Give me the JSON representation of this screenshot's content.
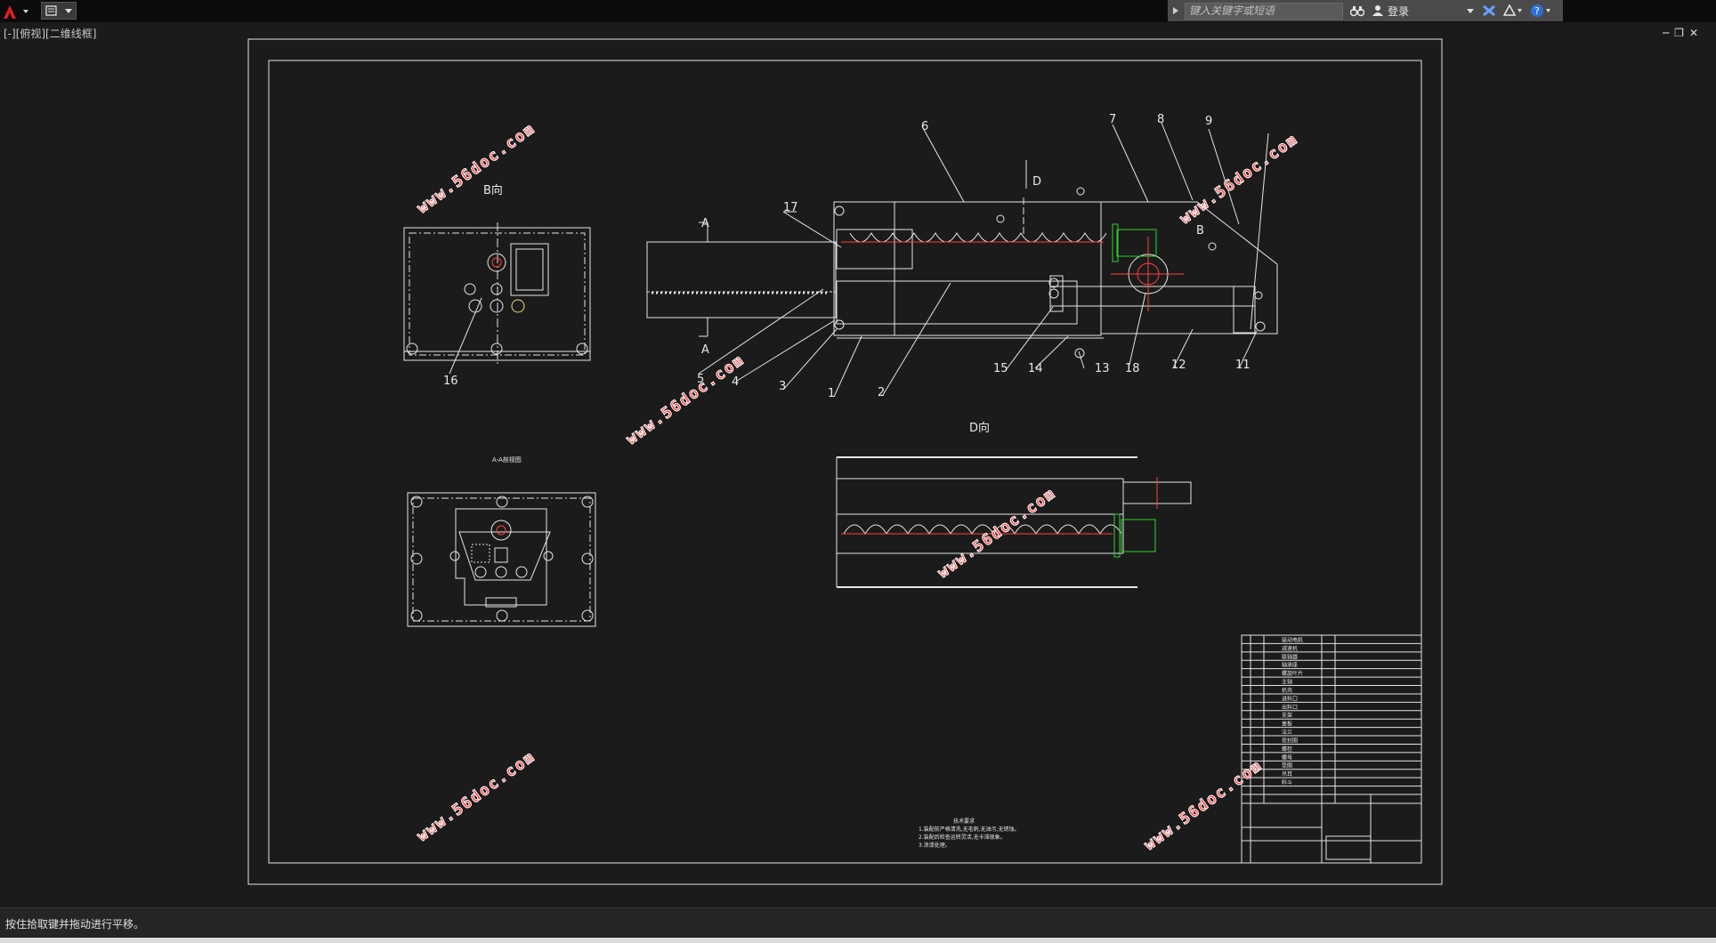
{
  "toolbar": {
    "search_placeholder": "键入关键字或短语",
    "login_label": "登录"
  },
  "viewport": {
    "label": "[-][俯视][二维线框]"
  },
  "drawing": {
    "view_b_label": "B向",
    "view_d_label": "D向",
    "section_label": "A-A剖视图",
    "cut_marker_a": "A",
    "cut_marker_d": "D",
    "detail_b": "B",
    "part_numbers": [
      "17",
      "6",
      "7",
      "8",
      "9",
      "5",
      "4",
      "3",
      "1",
      "2",
      "15",
      "14",
      "13",
      "18",
      "12",
      "11",
      "16"
    ],
    "tech_notes": [
      "技术要求",
      "1.装配前严格清洗,无毛刺,无油污,无锈蚀。",
      "2.装配后检查运转灵活,无卡滞现象。",
      "3.涂漆处理。"
    ],
    "bom_rows": [
      "驱动电机",
      "减速机",
      "联轴器",
      "轴承座",
      "螺旋叶片",
      "主轴",
      "机壳",
      "进料口",
      "出料口",
      "支架",
      "盖板",
      "法兰",
      "密封圈",
      "螺栓",
      "螺母",
      "垫圈",
      "吊耳",
      "料斗"
    ]
  },
  "watermark": {
    "text": "www.56doc.com"
  },
  "status": {
    "text": "按住拾取键并拖动进行平移。"
  }
}
